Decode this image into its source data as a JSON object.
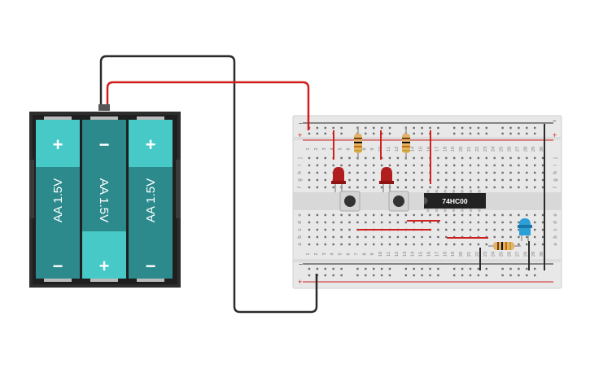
{
  "battery_pack": {
    "cells": [
      {
        "label": "AA 1.5V",
        "top_terminal": "+",
        "bottom_terminal": "−"
      },
      {
        "label": "AA 1.5V",
        "top_terminal": "−",
        "bottom_terminal": "+"
      },
      {
        "label": "AA 1.5V",
        "top_terminal": "+",
        "bottom_terminal": "−"
      }
    ]
  },
  "breadboard": {
    "top_rail_plus": "+",
    "top_rail_minus": "−",
    "bottom_rail_minus": "−",
    "bottom_rail_plus": "+",
    "row_letters_top": [
      "j",
      "i",
      "h",
      "g",
      "f"
    ],
    "row_letters_bottom": [
      "e",
      "d",
      "c",
      "b",
      "a"
    ],
    "column_numbers": [
      "1",
      "2",
      "3",
      "4",
      "5",
      "6",
      "7",
      "8",
      "9",
      "10",
      "11",
      "12",
      "13",
      "14",
      "15",
      "16",
      "17",
      "18",
      "19",
      "20",
      "21",
      "22",
      "23",
      "24",
      "25",
      "26",
      "27",
      "28",
      "29",
      "30"
    ]
  },
  "ic": {
    "label": "74HC00"
  },
  "colors": {
    "wire_red": "#d0201e",
    "wire_black": "#2b2b2b",
    "battery_cell": "#2c8a8c",
    "battery_cell_light": "#46c9c7",
    "battery_case": "#2d2d2d",
    "led_red": "#b01e1e",
    "led_blue": "#2a9fd8",
    "board": "#e6e6e6"
  },
  "components": {
    "leds": [
      "red-led",
      "red-led",
      "blue-led"
    ],
    "resistors": [
      "resistor",
      "resistor",
      "resistor"
    ],
    "buttons": [
      "pushbutton",
      "pushbutton"
    ]
  }
}
